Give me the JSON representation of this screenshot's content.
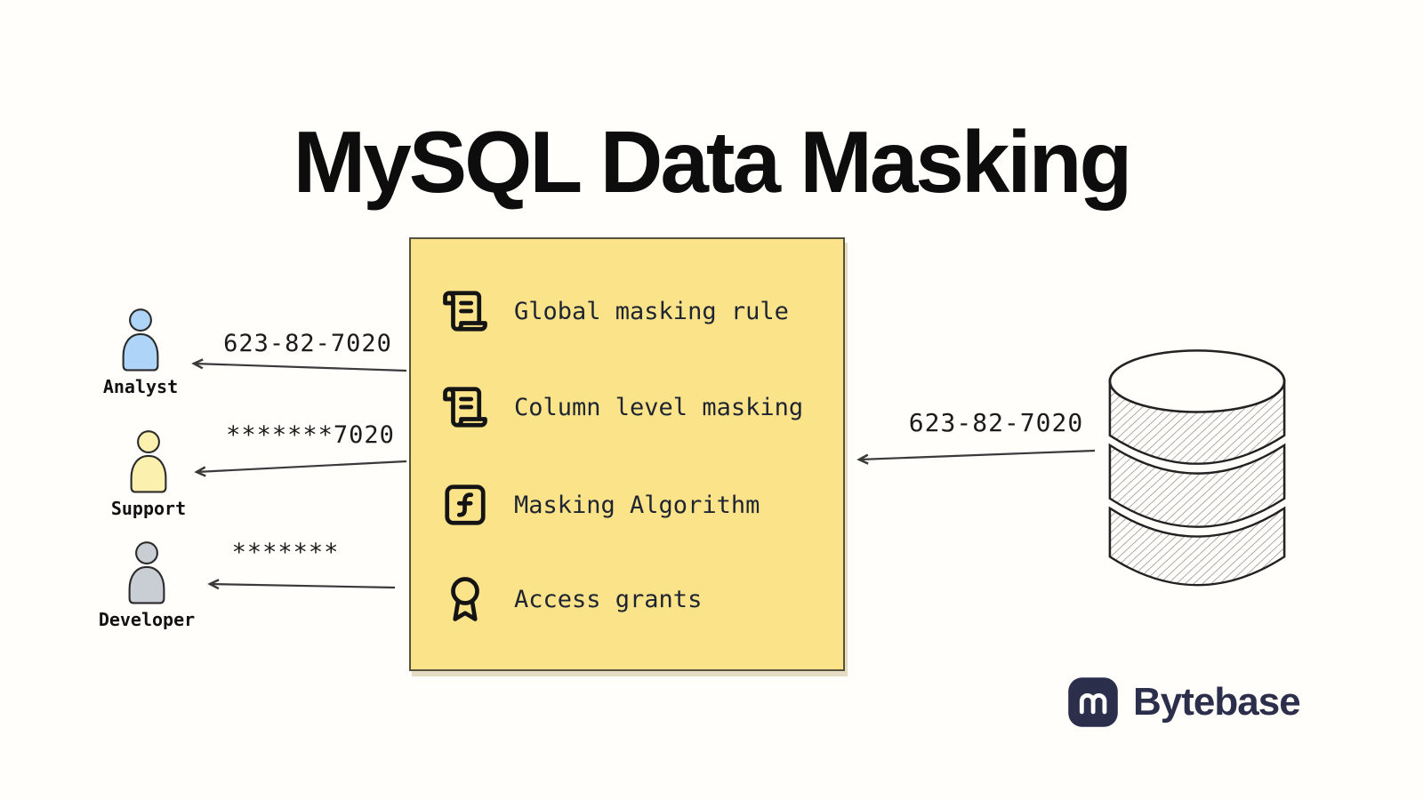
{
  "title": "MySQL Data Masking",
  "panel": {
    "items": [
      {
        "icon": "scroll-icon",
        "label": "Global masking rule"
      },
      {
        "icon": "scroll-icon",
        "label": "Column level masking"
      },
      {
        "icon": "function-icon",
        "label": "Masking Algorithm"
      },
      {
        "icon": "award-icon",
        "label": "Access grants"
      }
    ]
  },
  "actors": [
    {
      "name": "Analyst",
      "masked_value": "623-82-7020"
    },
    {
      "name": "Support",
      "masked_value": "*******7020"
    },
    {
      "name": "Developer",
      "masked_value": "*******"
    }
  ],
  "database": {
    "label_value": "623-82-7020"
  },
  "brand": {
    "name": "Bytebase"
  },
  "colors": {
    "panel_bg": "#fbe38a",
    "analyst_fill": "#aed5f7",
    "support_fill": "#fbf0ae",
    "developer_fill": "#c9cdd4",
    "brand_dark": "#2b2f4c"
  }
}
